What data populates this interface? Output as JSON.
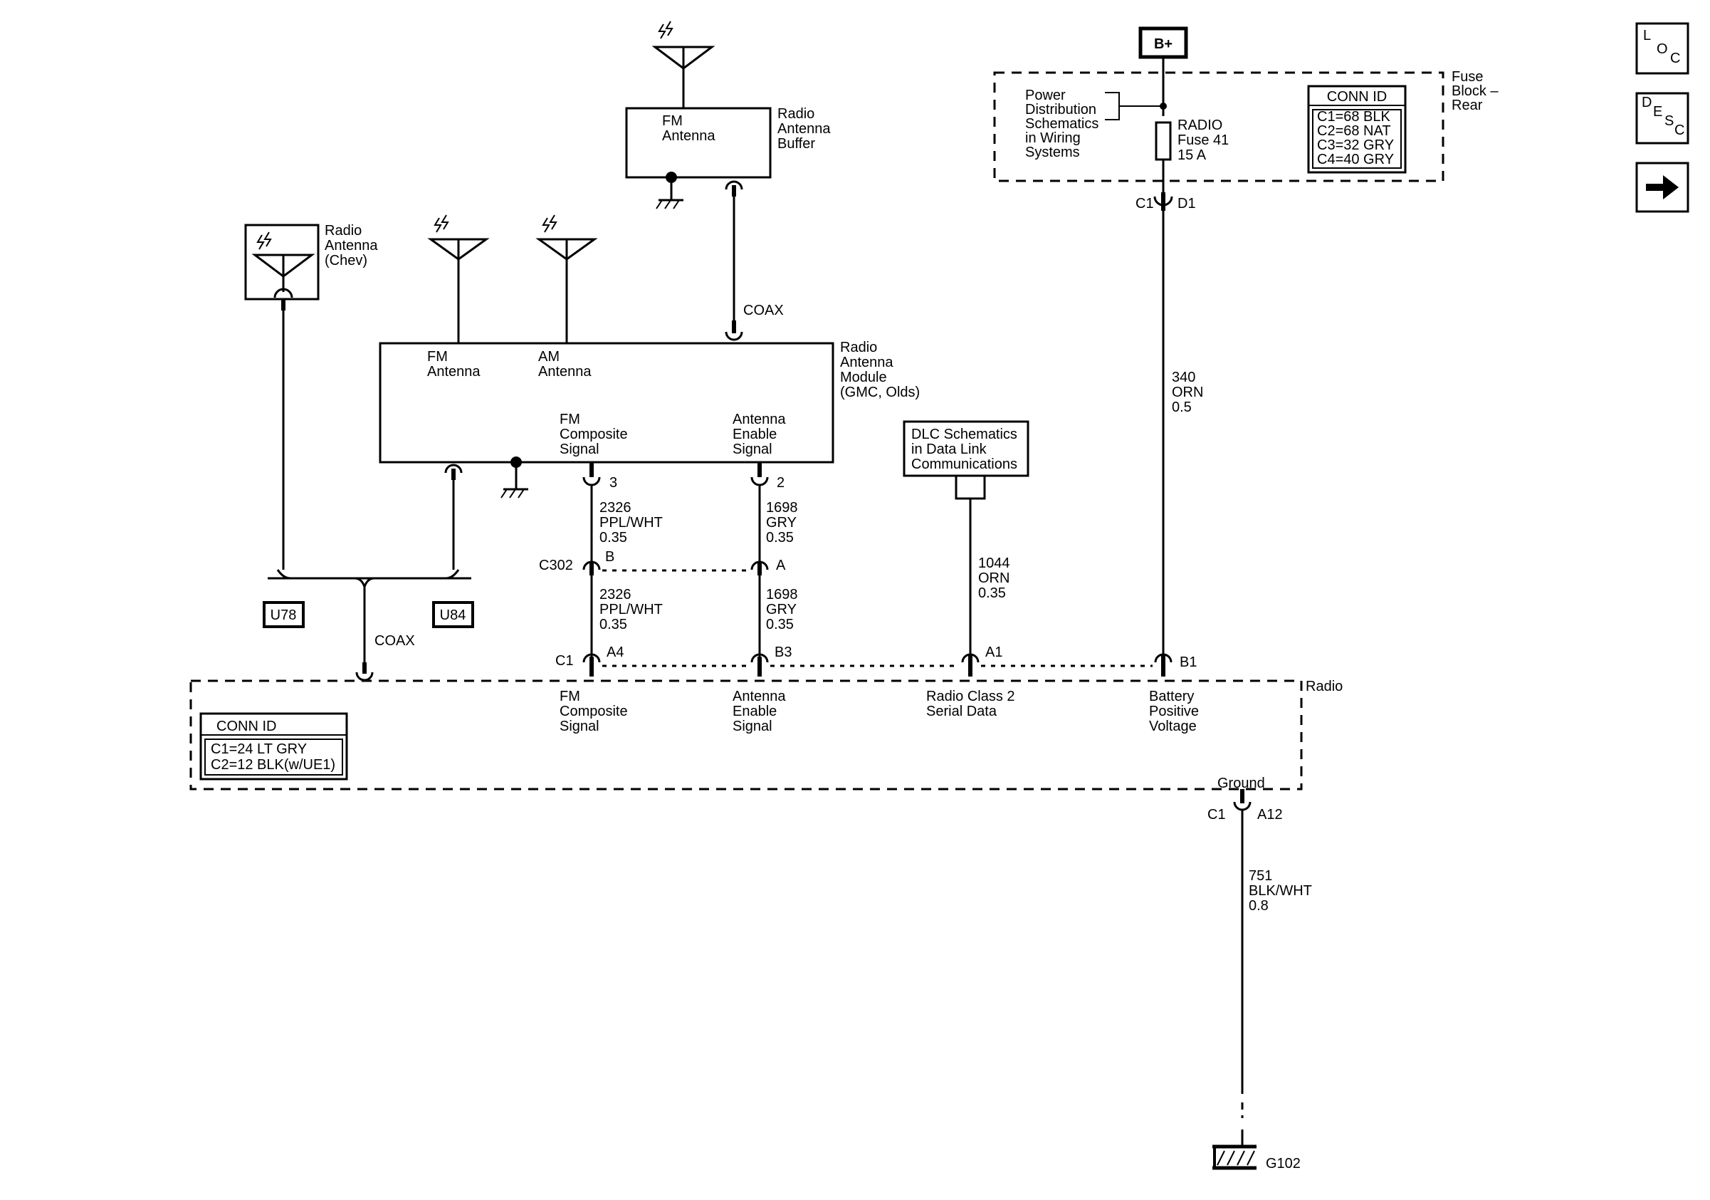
{
  "power": {
    "bplus": "B+"
  },
  "fuse_block": {
    "name": [
      "Fuse",
      "Block –",
      "Rear"
    ],
    "power_ref": [
      "Power",
      "Distribution",
      "Schematics",
      "in Wiring",
      "Systems"
    ],
    "fuse": [
      "RADIO",
      "Fuse 41",
      "15 A"
    ],
    "conn_id_title": "CONN ID",
    "conn_ids": [
      "C1=68 BLK",
      "C2=68 NAT",
      "C3=32 GRY",
      "C4=40 GRY"
    ],
    "conn_c1": "C1",
    "pin_d1": "D1"
  },
  "nav": {
    "loc": [
      "L",
      "O",
      "C"
    ],
    "desc": [
      "D",
      "E",
      "S",
      "C"
    ],
    "next_icon": "right-arrow-icon"
  },
  "antenna_buffer": {
    "name": [
      "Radio",
      "Antenna",
      "Buffer"
    ],
    "inner": [
      "FM",
      "Antenna"
    ]
  },
  "coax_label": "COAX",
  "chev_antenna": {
    "name": [
      "Radio",
      "Antenna",
      "(Chev)"
    ]
  },
  "antenna_module": {
    "name": [
      "Radio",
      "Antenna",
      "Module",
      "(GMC, Olds)"
    ],
    "fm_antenna": [
      "FM",
      "Antenna"
    ],
    "am_antenna": [
      "AM",
      "Antenna"
    ],
    "fm_composite": [
      "FM",
      "Composite",
      "Signal"
    ],
    "antenna_enable": [
      "Antenna",
      "Enable",
      "Signal"
    ],
    "pin3": "3",
    "pin2": "2"
  },
  "wires": {
    "w2326_upper": [
      "2326",
      "PPL/WHT",
      "0.35"
    ],
    "w1698_upper": [
      "1698",
      "GRY",
      "0.35"
    ],
    "w2326_lower": [
      "2326",
      "PPL/WHT",
      "0.35"
    ],
    "w1698_lower": [
      "1698",
      "GRY",
      "0.35"
    ],
    "w1044": [
      "1044",
      "ORN",
      "0.35"
    ],
    "w340": [
      "340",
      "ORN",
      "0.5"
    ],
    "w751": [
      "751",
      "BLK/WHT",
      "0.8"
    ]
  },
  "c302": {
    "name": "C302",
    "pin_b": "B",
    "pin_a": "A"
  },
  "dlc": {
    "text": [
      "DLC Schematics",
      "in Data Link",
      "Communications"
    ]
  },
  "options": {
    "u78": "U78",
    "u84": "U84"
  },
  "radio": {
    "name": "Radio",
    "conn_c1": "C1",
    "pins": {
      "a4": "A4",
      "b3": "B3",
      "a1": "A1",
      "b1": "B1",
      "a12": "A12"
    },
    "fm_composite": [
      "FM",
      "Composite",
      "Signal"
    ],
    "antenna_enable": [
      "Antenna",
      "Enable",
      "Signal"
    ],
    "class2": [
      "Radio Class 2",
      "Serial Data"
    ],
    "battery": [
      "Battery",
      "Positive",
      "Voltage"
    ],
    "ground": "Ground",
    "ground_conn": "C1",
    "conn_id_title": "CONN ID",
    "conn_ids": [
      "C1=24 LT GRY",
      "C2=12 BLK(w/UE1)"
    ]
  },
  "ground_point": {
    "name": "G102"
  }
}
